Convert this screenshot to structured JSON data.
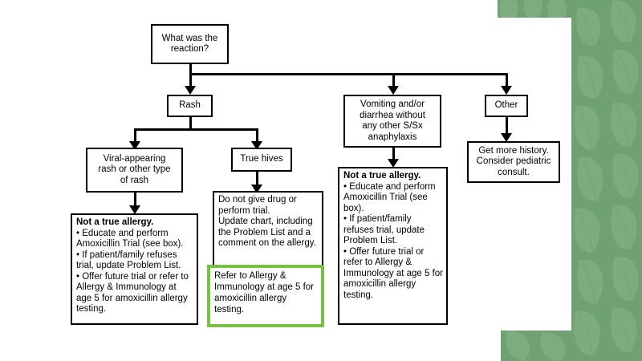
{
  "title": "Amoxicillin allergy reaction triage flowchart",
  "theme": {
    "band_green": "#6fa172",
    "highlight_green": "#76c043",
    "line_color": "#000000",
    "box_fill": "#ffffff"
  },
  "chart_data": {
    "type": "diagram",
    "title": "What was the reaction?",
    "nodes": [
      {
        "id": "root",
        "label": "What was the reaction?"
      },
      {
        "id": "rash",
        "label": "Rash"
      },
      {
        "id": "vomiting",
        "label": "Vomiting and/or diarrhea without any other S/Sx anaphylaxis"
      },
      {
        "id": "other",
        "label": "Other"
      },
      {
        "id": "viral",
        "label": "Viral-appearing rash or other type of rash"
      },
      {
        "id": "hives",
        "label": "True hives"
      },
      {
        "id": "history",
        "label": "Get more history. Consider pediatric consult."
      }
    ],
    "edges": [
      {
        "from": "root",
        "to": "rash"
      },
      {
        "from": "root",
        "to": "vomiting"
      },
      {
        "from": "root",
        "to": "other"
      },
      {
        "from": "rash",
        "to": "viral"
      },
      {
        "from": "rash",
        "to": "hives"
      },
      {
        "from": "other",
        "to": "history"
      },
      {
        "from": "viral",
        "to": "viral-action"
      },
      {
        "from": "hives",
        "to": "hives-action"
      },
      {
        "from": "vomiting",
        "to": "vomiting-action"
      }
    ]
  },
  "nodes": {
    "root": {
      "line1": "What was the",
      "line2": "reaction?"
    },
    "rash": {
      "label": "Rash"
    },
    "vomiting": {
      "line1": "Vomiting and/or",
      "line2": "diarrhea without",
      "line3": "any other S/Sx",
      "line4": "anaphylaxis"
    },
    "other": {
      "label": "Other"
    },
    "viral_rash": {
      "line1": "Viral-appearing",
      "line2": "rash or other type",
      "line3": "of rash"
    },
    "true_hives": {
      "label": "True hives"
    },
    "get_history": {
      "line1": "Get more history.",
      "line2": "Consider pediatric",
      "line3": "consult."
    }
  },
  "actions": {
    "viral_action": {
      "heading": "Not a true allergy.",
      "bullet1": "• Educate and perform Amoxicillin Trial (see box).",
      "bullet2": "• If patient/family refuses trial, update Problem List.",
      "bullet3": "• Offer future trial or refer to Allergy & Immunology at age 5 for amoxicillin allergy testing."
    },
    "hives_action": {
      "line1": "Do not give drug or perform trial.",
      "line2": "Update chart, including the Problem List and a comment on the allergy."
    },
    "hives_highlight": {
      "text": "Refer to Allergy & Immunology at age 5 for amoxicillin allergy testing."
    },
    "vomiting_action": {
      "heading": "Not a true allergy.",
      "bullet1": "• Educate and perform Amoxicillin Trial (see box).",
      "bullet2": "• If patient/family refuses trial, update Problem List.",
      "bullet3": "• Offer future trial or refer to Allergy & Immunology at age 5 for amoxicillin allergy testing."
    }
  }
}
